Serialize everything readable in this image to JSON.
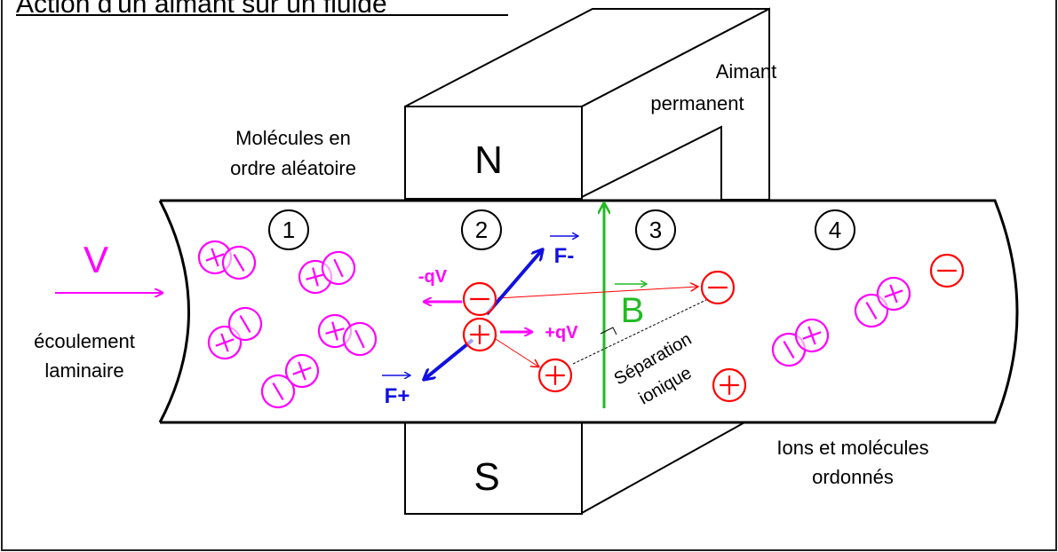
{
  "title": "Action d'un aimant sur un fluide",
  "labels": {
    "magnet": [
      "Aimant",
      "permanent"
    ],
    "random_order": [
      "Molécules en",
      "ordre aléatoire"
    ],
    "flow": [
      "écoulement",
      "laminaire"
    ],
    "ordered": [
      "Ions et molécules",
      "ordonnés"
    ],
    "separation": [
      "Séparation",
      "ionique"
    ],
    "pole_north": "N",
    "pole_south": "S",
    "velocity": "V",
    "field": "B",
    "force_minus": "F-",
    "force_plus": "F+",
    "minus_qv": "-qV",
    "plus_qv": "+qV"
  },
  "zones": [
    "1",
    "2",
    "3",
    "4"
  ],
  "particle_signs": {
    "plus": "+",
    "minus": "−"
  },
  "colors": {
    "outline": "#000000",
    "molecule": "#ff00ff",
    "ion": "#ff0000",
    "force": "#1010e0",
    "field": "#22bb22",
    "background": "#ffffff"
  }
}
